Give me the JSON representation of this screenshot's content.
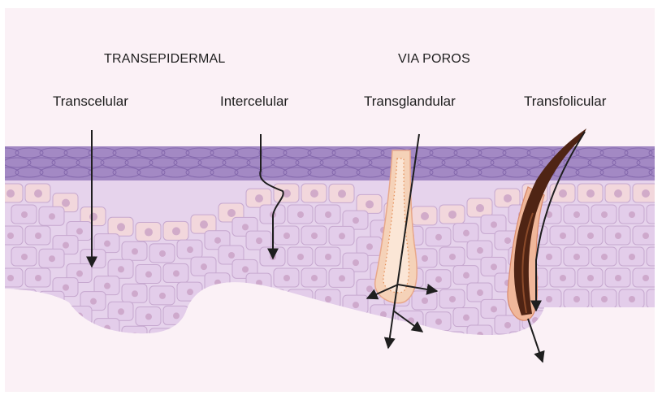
{
  "headers": {
    "transepidermal": "TRANSEPIDERMAL",
    "via_poros": "VIA POROS"
  },
  "routes": {
    "transcelular": "Transcelular",
    "intercelular": "Intercelular",
    "transglandular": "Transglandular",
    "transfolicular": "Transfolicular"
  },
  "colors": {
    "background": "#fbf1f6",
    "stratum_corneum": "#a389c4",
    "basal_cells": "#f2d7dc",
    "spinous_cells": "#e3cdea",
    "nucleus": "#c8a0c4",
    "gland": "#f5d2b8",
    "gland_dots": "#e58d55",
    "hair": "#4f2414",
    "arrow": "#1e1e1e"
  }
}
